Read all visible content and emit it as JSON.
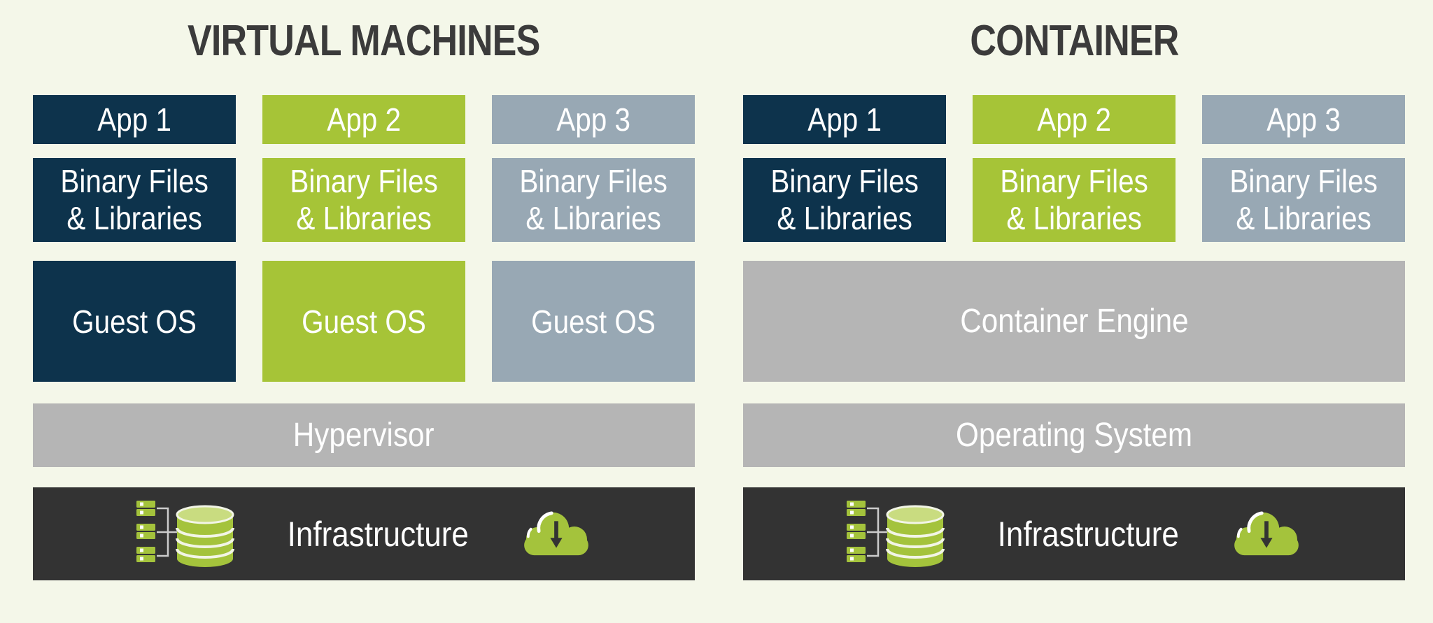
{
  "colors": {
    "background": "#f4f7e9",
    "title": "#3b3b3b",
    "navy": "#0d334c",
    "green": "#a6c437",
    "blue_gray": "#98a8b4",
    "gray": "#b5b5b5",
    "dark": "#333333",
    "icon_green": "#a4c33c",
    "icon_green_light": "#c9dc80",
    "icon_line_gray": "#cccccc",
    "label_text": "#ffffff"
  },
  "icons": {
    "left": "servers-database-icon",
    "right": "cloud-download-icon"
  },
  "vm_panel": {
    "title": "VIRTUAL MACHINES",
    "columns": [
      {
        "app": "App 1",
        "binary_line1": "Binary Files",
        "binary_line2": "& Libraries",
        "os": "Guest OS"
      },
      {
        "app": "App 2",
        "binary_line1": "Binary Files",
        "binary_line2": "& Libraries",
        "os": "Guest OS"
      },
      {
        "app": "App 3",
        "binary_line1": "Binary Files",
        "binary_line2": "& Libraries",
        "os": "Guest OS"
      }
    ],
    "hypervisor": "Hypervisor",
    "infrastructure": "Infrastructure"
  },
  "container_panel": {
    "title": "CONTAINER",
    "columns": [
      {
        "app": "App 1",
        "binary_line1": "Binary Files",
        "binary_line2": "& Libraries"
      },
      {
        "app": "App 2",
        "binary_line1": "Binary Files",
        "binary_line2": "& Libraries"
      },
      {
        "app": "App 3",
        "binary_line1": "Binary Files",
        "binary_line2": "& Libraries"
      }
    ],
    "engine": "Container Engine",
    "os": "Operating System",
    "infrastructure": "Infrastructure"
  }
}
